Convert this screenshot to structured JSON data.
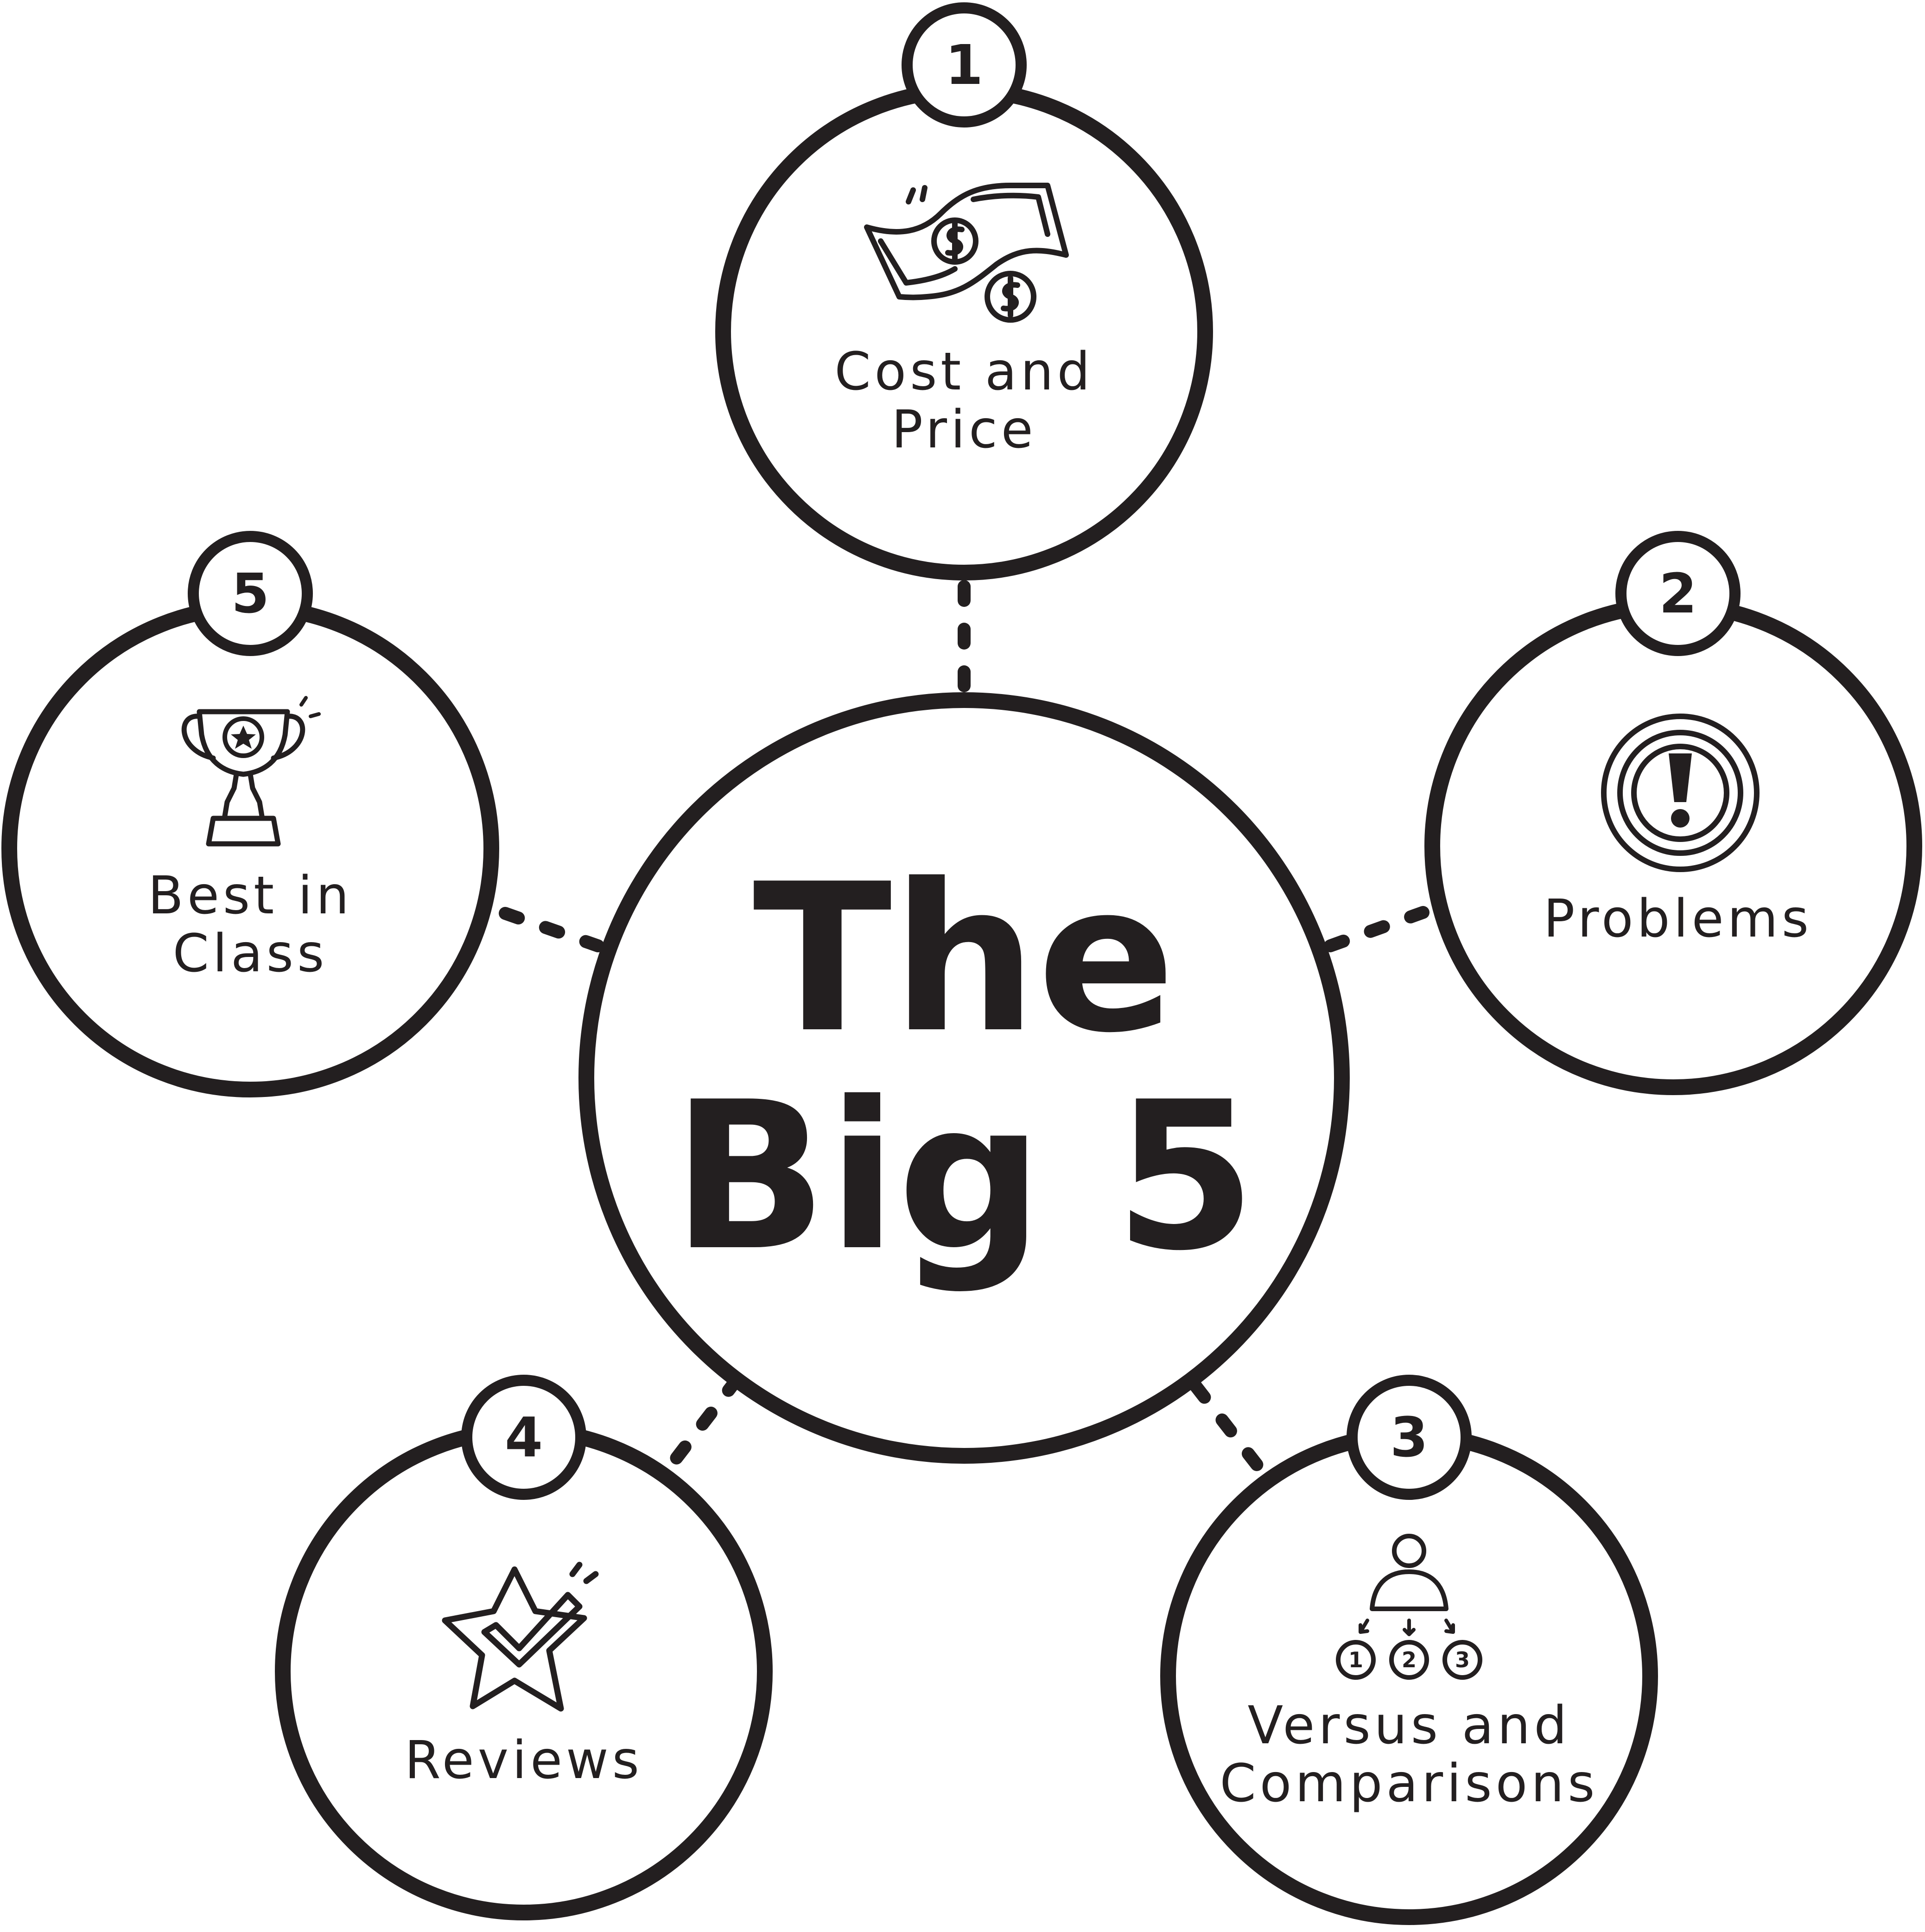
{
  "diagram": {
    "title_lines": [
      "The",
      "Big 5"
    ],
    "nodes": [
      {
        "number": "1",
        "label_lines": [
          "Cost and",
          "Price"
        ],
        "icon": "money-icon"
      },
      {
        "number": "2",
        "label_lines": [
          "Problems"
        ],
        "icon": "warning-icon"
      },
      {
        "number": "3",
        "label_lines": [
          "Versus and",
          "Comparisons"
        ],
        "icon": "comparison-icon",
        "icon_digits": [
          "1",
          "2",
          "3"
        ]
      },
      {
        "number": "4",
        "label_lines": [
          "Reviews"
        ],
        "icon": "star-check-icon"
      },
      {
        "number": "5",
        "label_lines": [
          "Best in",
          "Class"
        ],
        "icon": "trophy-icon"
      }
    ],
    "colors": {
      "ink": "#231f20",
      "background": "#ffffff"
    }
  }
}
